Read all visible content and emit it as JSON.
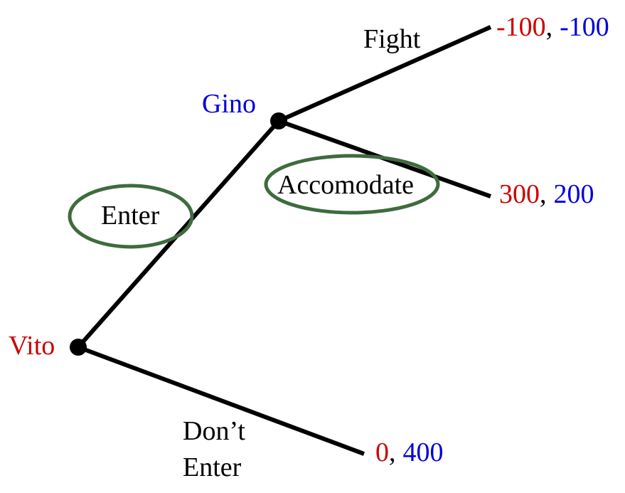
{
  "colors": {
    "player1": "#cc0000",
    "player2": "#0000dd",
    "text": "#000000",
    "highlight": "#3f6b3f"
  },
  "players": {
    "root": "Vito",
    "second": "Gino"
  },
  "actions": {
    "enter": "Enter",
    "dont_enter_line1": "Don’t",
    "dont_enter_line2": "Enter",
    "fight": "Fight",
    "accomodate": "Accomodate"
  },
  "highlighted_actions": [
    "enter",
    "accomodate"
  ],
  "payoffs": {
    "fight": {
      "vito": "-100",
      "gino": "-100"
    },
    "accomodate": {
      "vito": "300",
      "gino": "200"
    },
    "dont_enter": {
      "vito": "0",
      "gino": "400"
    }
  },
  "separator": ","
}
